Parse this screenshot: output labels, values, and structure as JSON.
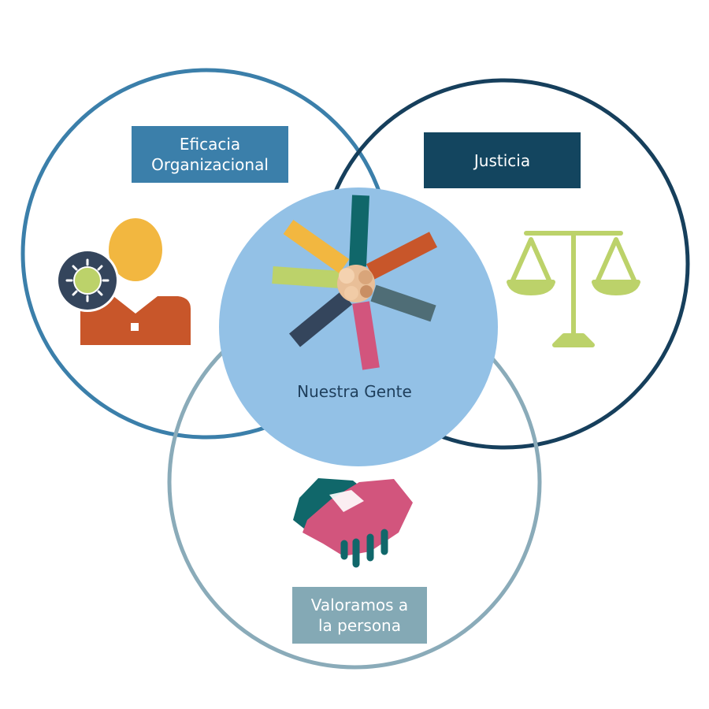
{
  "colors": {
    "circle_eficacia": "#3b7faa",
    "circle_justicia": "#163f5c",
    "circle_valoramos": "#8aabb9",
    "center_fill": "#93c1e6",
    "box_eficacia": "#3b7faa",
    "box_justicia": "#13455f",
    "box_valoramos": "#84a9b5",
    "person_head": "#f2b740",
    "person_body": "#c8562a",
    "gear_dark": "#34455c",
    "gear_light": "#bcd26a",
    "scale": "#bcd26a",
    "hand_teal": "#10676a",
    "hand_pink": "#d2557d",
    "arm_colors": [
      "#10676a",
      "#c8562a",
      "#4f6d76",
      "#d2557d",
      "#34455c",
      "#bcd26a",
      "#f2b740"
    ],
    "skin": "#e9bf98"
  },
  "labels": {
    "eficacia": [
      "Eficacia",
      "Organizacional"
    ],
    "justicia": "Justicia",
    "valoramos": [
      "Valoramos a",
      "la persona"
    ],
    "center": "Nuestra Gente"
  },
  "icons": {
    "eficacia": "person-with-gear-icon",
    "justicia": "scales-of-justice-icon",
    "valoramos": "handshake-icon",
    "center": "team-hands-together-icon"
  }
}
